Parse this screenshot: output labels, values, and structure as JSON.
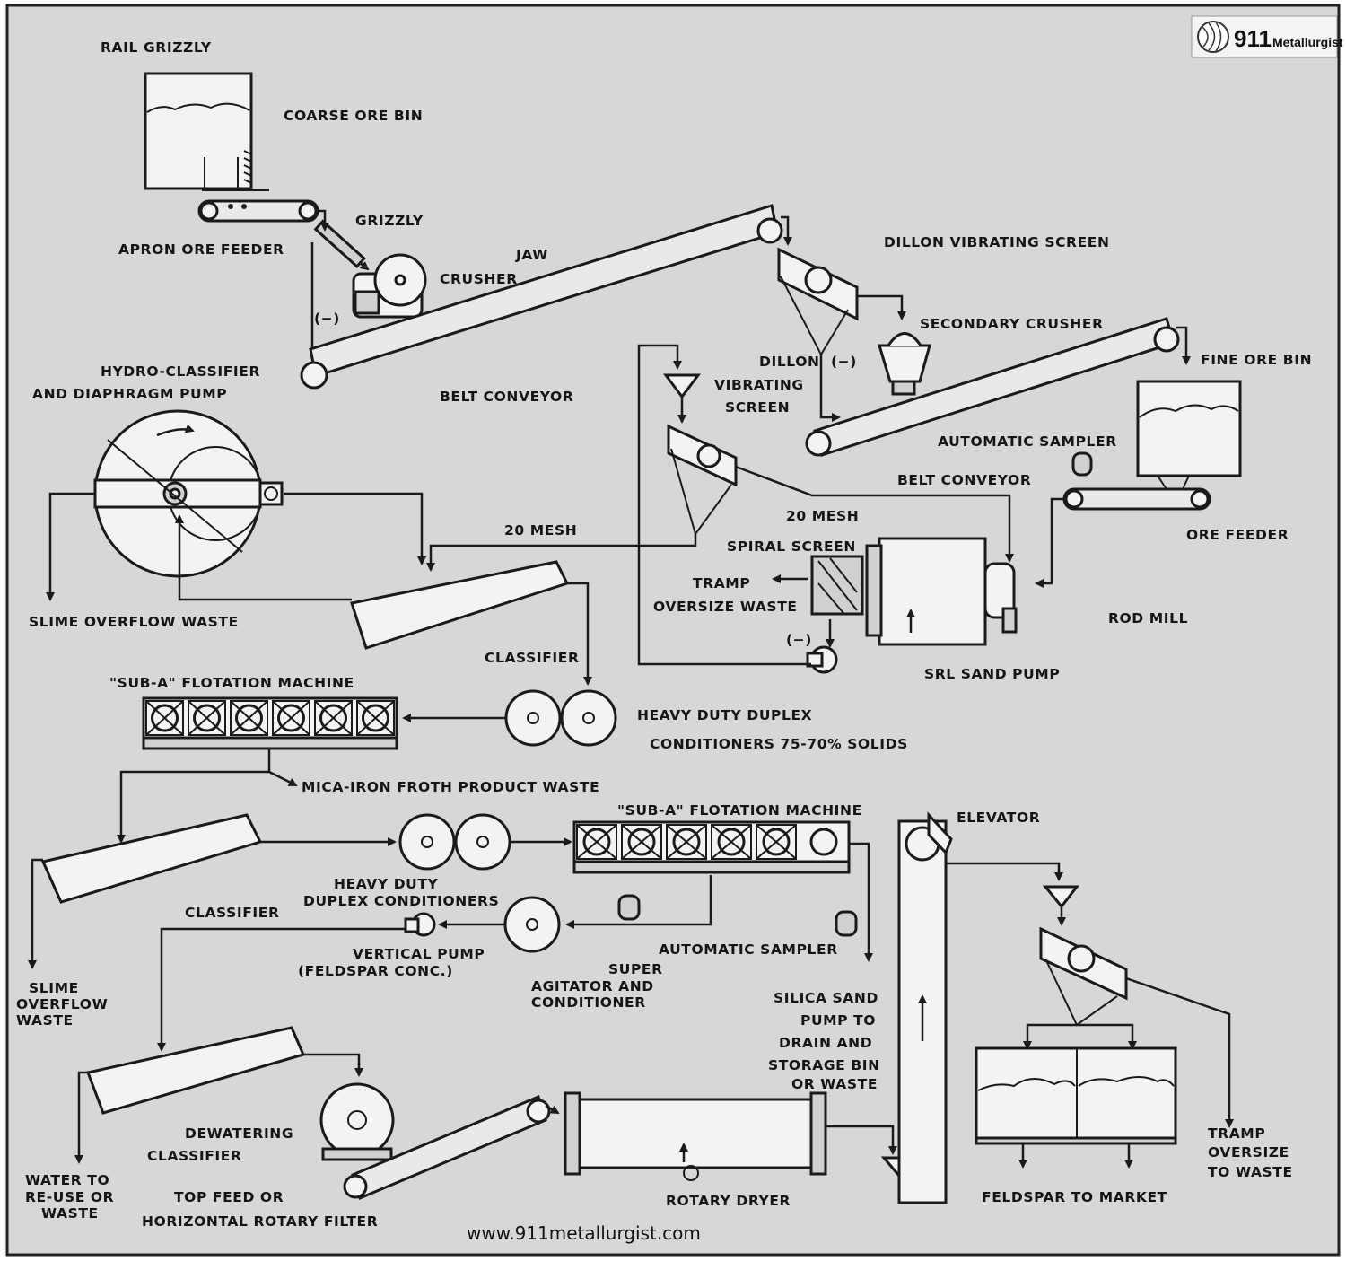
{
  "logo": {
    "number": "911",
    "word": "Metallurgist"
  },
  "website": "www.911metallurgist.com",
  "labels": {
    "rail_grizzly": "RAIL GRIZZLY",
    "coarse_ore_bin": "COARSE ORE BIN",
    "grizzly": "GRIZZLY",
    "apron_ore_feeder": "APRON ORE FEEDER",
    "jaw": "JAW",
    "crusher": "CRUSHER",
    "minus_1": "(−)",
    "dillon_vibrating_screen": "DILLON VIBRATING SCREEN",
    "secondary_crusher": "SECONDARY CRUSHER",
    "dillon": "DILLON",
    "minus_2": "(−)",
    "vibrating": "VIBRATING",
    "screen": "SCREEN",
    "fine_ore_bin": "FINE ORE BIN",
    "hydro_classifier": "HYDRO-CLASSIFIER",
    "and_diaphragm_pump": "AND DIAPHRAGM PUMP",
    "belt_conveyor_1": "BELT CONVEYOR",
    "automatic_sampler_1": "AUTOMATIC SAMPLER",
    "belt_conveyor_2": "BELT CONVEYOR",
    "mesh_20_left": "20 MESH",
    "mesh_20_right": "20 MESH",
    "spiral_screen": "SPIRAL SCREEN",
    "ore_feeder": "ORE FEEDER",
    "tramp": "TRAMP",
    "oversize_waste": "OVERSIZE WASTE",
    "slime_overflow_waste_1": "SLIME OVERFLOW WASTE",
    "rod_mill": "ROD MILL",
    "minus_3": "(−)",
    "classifier_1": "CLASSIFIER",
    "srl_sand_pump": "SRL SAND PUMP",
    "sub_a_1": "\"SUB-A\" FLOTATION MACHINE",
    "heavy_duty_duplex": "HEAVY DUTY DUPLEX",
    "conditioners_solids": "CONDITIONERS 75-70% SOLIDS",
    "mica_iron": "MICA-IRON FROTH PRODUCT WASTE",
    "sub_a_2": "\"SUB-A\" FLOTATION MACHINE",
    "elevator": "ELEVATOR",
    "heavy_duty_2": "HEAVY DUTY",
    "duplex_conditioners": "DUPLEX CONDITIONERS",
    "classifier_2": "CLASSIFIER",
    "vertical_pump": "VERTICAL PUMP",
    "feldspar_conc": "(FELDSPAR CONC.)",
    "automatic_sampler_2": "AUTOMATIC SAMPLER",
    "slime": "SLIME",
    "overflow": "OVERFLOW",
    "waste_1": "WASTE",
    "super": "SUPER",
    "agitator_and": "AGITATOR AND",
    "conditioner": "CONDITIONER",
    "silica_sand": "SILICA SAND",
    "pump_to": "PUMP TO",
    "drain_and": "DRAIN AND",
    "storage_bin": "STORAGE BIN",
    "or_waste": "OR WASTE",
    "dewatering": "DEWATERING",
    "classifier_3": "CLASSIFIER",
    "tramp_2": "TRAMP",
    "oversize_2": "OVERSIZE",
    "to_waste": "TO WASTE",
    "water_to": "WATER TO",
    "re_use_or": "RE-USE OR",
    "waste_2": "WASTE",
    "top_feed_or": "TOP FEED OR",
    "horizontal_rotary_filter": "HORIZONTAL ROTARY FILTER",
    "rotary_dryer": "ROTARY DRYER",
    "feldspar_to_market": "FELDSPAR TO MARKET"
  }
}
